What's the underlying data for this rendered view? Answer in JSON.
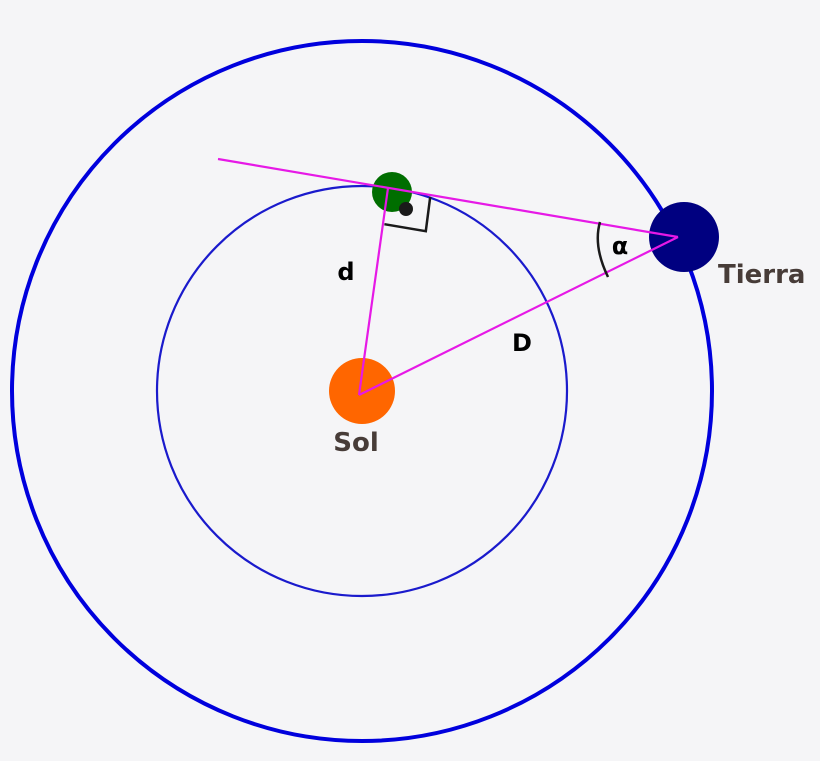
{
  "labels": {
    "sun": "Sol",
    "earth": "Tierra",
    "inner_radius": "d",
    "outer_radius": "D",
    "angle": "α"
  },
  "colors": {
    "background": "#f5f5f7",
    "outer_orbit": "#0000dd",
    "inner_orbit": "#1a1acc",
    "sightlines": "#e619e6",
    "sun": "#ff6600",
    "earth": "#000080",
    "planet": "#006e00",
    "marker": "#1a1a1a",
    "body_label": "#473c38",
    "symbol_label": "#000000"
  }
}
